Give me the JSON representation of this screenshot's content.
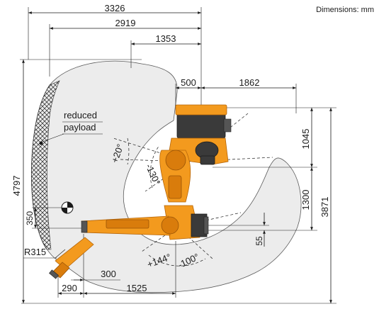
{
  "units_note": "Dimensions: mm",
  "dimensions": {
    "reach_total": "3326",
    "reach_front": "2919",
    "offset_front": "1353",
    "a1_offset": "500",
    "rear_reach": "1862",
    "height_total": "4797",
    "height_lower": "3871",
    "height_upper": "1045",
    "arm_height": "1300",
    "flange": "55",
    "low_offset": "350",
    "radius": "R315",
    "wrist_offset": "300",
    "bottom_left": "290",
    "bottom_mid": "1525"
  },
  "angles": {
    "a2_up": "+20°",
    "a3_up": "-130°",
    "a3_down": "+144°",
    "a3_lim": "-100°"
  },
  "labels": {
    "reduced": "reduced",
    "payload": "payload"
  },
  "colors": {
    "robot_orange": "#f39a1e",
    "robot_dark": "#3a3a3a",
    "envelope_fill": "#ececec",
    "hatch": "#222222"
  }
}
